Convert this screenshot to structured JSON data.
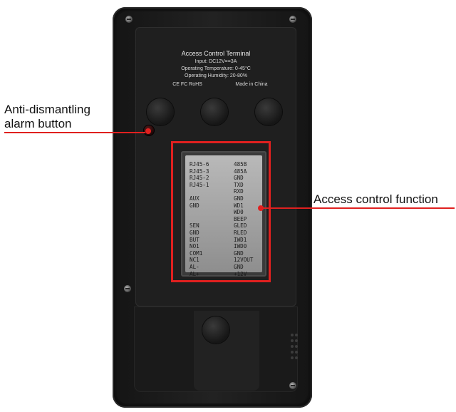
{
  "device": {
    "label": {
      "title": "Access Control Terminal",
      "input": "Input: DC12V==3A",
      "temperature": "Operating Temperature: 0-45°C",
      "humidity": "Operating Humidity: 20-80%",
      "certs": "CE FC RoHS",
      "made_in": "Made in China"
    },
    "terminal_pins_left": [
      "RJ45-6",
      "RJ45-3",
      "RJ45-2",
      "RJ45-1",
      "",
      "AUX",
      "GND",
      "",
      "",
      "SEN",
      "GND",
      "BUT",
      "NO1",
      "COM1",
      "NC1",
      "AL-",
      "AL+"
    ],
    "terminal_pins_right": [
      "485B",
      "485A",
      "GND",
      "TXD",
      "RXD",
      "GND",
      "WD1",
      "WD0",
      "BEEP",
      "GLED",
      "RLED",
      "IWD1",
      "IWD0",
      "GND",
      "12VOUT",
      "GND",
      "+12V"
    ]
  },
  "callouts": {
    "alarm_button": [
      "Anti-dismantling",
      "alarm button"
    ],
    "access_function": "Access control function"
  },
  "colors": {
    "highlight": "#e0201f",
    "device_body": "#1b1b1b"
  }
}
